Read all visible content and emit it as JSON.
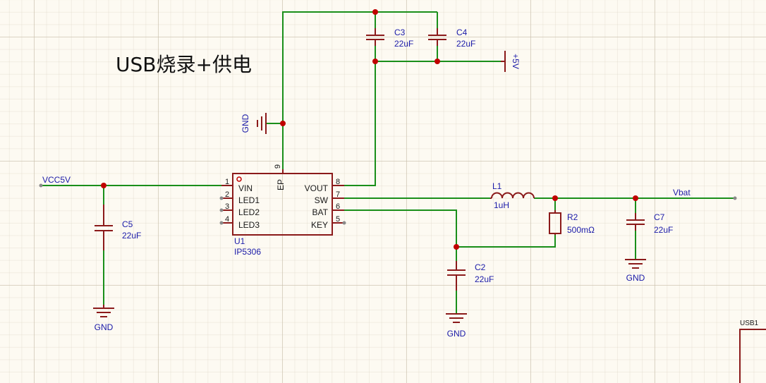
{
  "title": "USB烧录+供电",
  "colors": {
    "wire": "#1a8f1a",
    "component": "#8b1a1a",
    "label": "#1a1aa8",
    "junction": "#c00000",
    "background": "#fdfaf2"
  },
  "nets": {
    "vcc": "VCC5V",
    "vbat": "Vbat",
    "plus5v": "+5V",
    "gnd": "GND"
  },
  "u1": {
    "ref": "U1",
    "value": "IP5306",
    "left_pins": [
      {
        "num": "1",
        "name": "VIN"
      },
      {
        "num": "2",
        "name": "LED1"
      },
      {
        "num": "3",
        "name": "LED2"
      },
      {
        "num": "4",
        "name": "LED3"
      }
    ],
    "right_pins": [
      {
        "num": "8",
        "name": "VOUT"
      },
      {
        "num": "7",
        "name": "SW"
      },
      {
        "num": "6",
        "name": "BAT"
      },
      {
        "num": "5",
        "name": "KEY"
      }
    ],
    "top_pin": {
      "num": "9",
      "name": "EP"
    }
  },
  "c3": {
    "ref": "C3",
    "value": "22uF"
  },
  "c4": {
    "ref": "C4",
    "value": "22uF"
  },
  "c5": {
    "ref": "C5",
    "value": "22uF"
  },
  "c2": {
    "ref": "C2",
    "value": "22uF"
  },
  "c7": {
    "ref": "C7",
    "value": "22uF"
  },
  "l1": {
    "ref": "L1",
    "value": "1uH"
  },
  "r2": {
    "ref": "R2",
    "value": "500mΩ"
  },
  "usb1": {
    "ref": "USB1"
  }
}
